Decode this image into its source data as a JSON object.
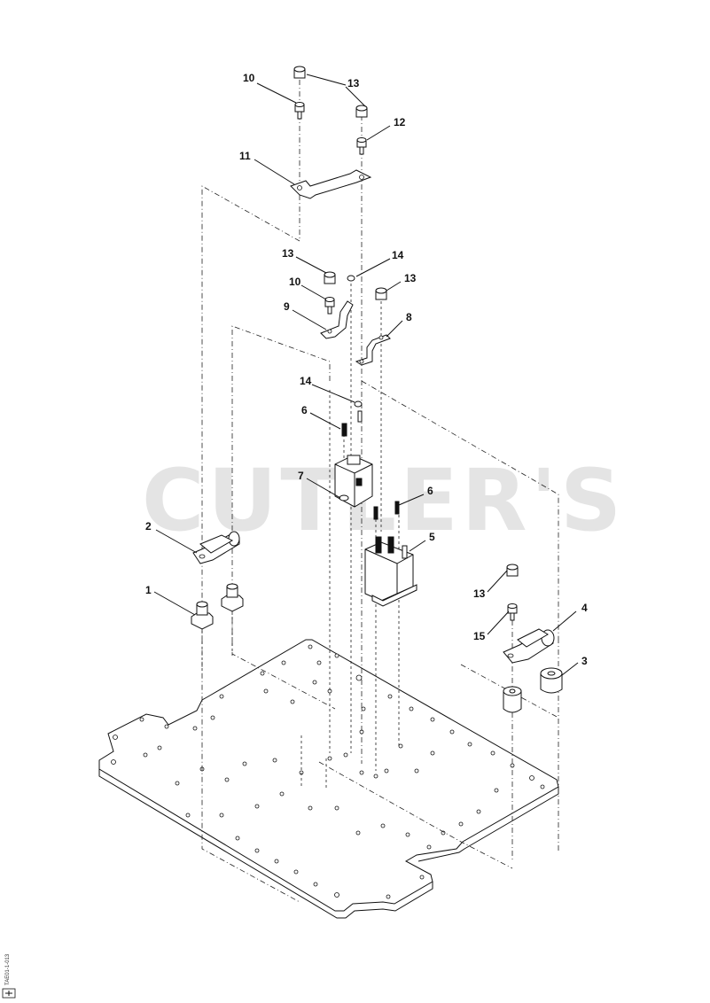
{
  "watermark": "CUTLER'S",
  "image_code": "TAE01-1-013",
  "callouts": [
    {
      "id": "c10a",
      "text": "10"
    },
    {
      "id": "c13a",
      "text": "13"
    },
    {
      "id": "c12",
      "text": "12"
    },
    {
      "id": "c11",
      "text": "11"
    },
    {
      "id": "c13b",
      "text": "13"
    },
    {
      "id": "c14a",
      "text": "14"
    },
    {
      "id": "c10b",
      "text": "10"
    },
    {
      "id": "c13c",
      "text": "13"
    },
    {
      "id": "c9",
      "text": "9"
    },
    {
      "id": "c8",
      "text": "8"
    },
    {
      "id": "c14b",
      "text": "14"
    },
    {
      "id": "c6a",
      "text": "6"
    },
    {
      "id": "c7",
      "text": "7"
    },
    {
      "id": "c6b",
      "text": "6"
    },
    {
      "id": "c5",
      "text": "5"
    },
    {
      "id": "c2",
      "text": "2"
    },
    {
      "id": "c1",
      "text": "1"
    },
    {
      "id": "c13d",
      "text": "13"
    },
    {
      "id": "c4",
      "text": "4"
    },
    {
      "id": "c15",
      "text": "15"
    },
    {
      "id": "c3",
      "text": "3"
    }
  ]
}
